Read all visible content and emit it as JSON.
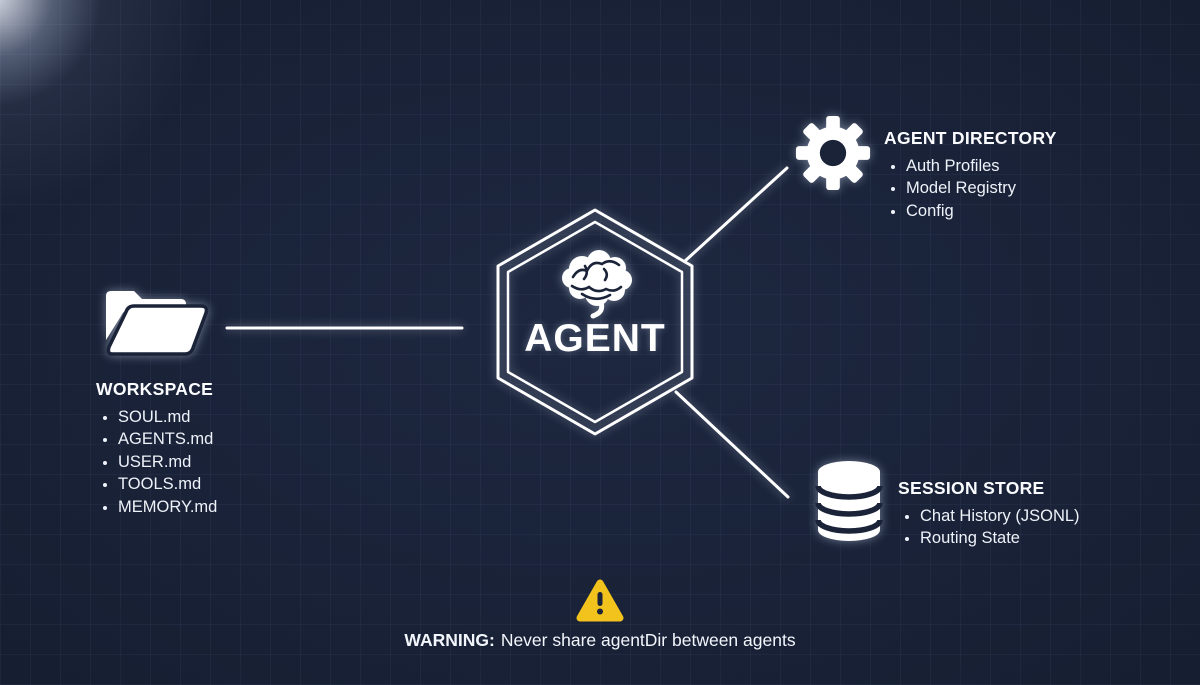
{
  "diagram": {
    "center": {
      "label": "AGENT",
      "icon": "brain-icon"
    },
    "nodes": {
      "workspace": {
        "title": "WORKSPACE",
        "icon": "folder-icon",
        "items": [
          "SOUL.md",
          "AGENTS.md",
          "USER.md",
          "TOOLS.md",
          "MEMORY.md"
        ]
      },
      "agent_directory": {
        "title": "AGENT DIRECTORY",
        "icon": "gear-icon",
        "items": [
          "Auth Profiles",
          "Model Registry",
          "Config"
        ]
      },
      "session_store": {
        "title": "SESSION STORE",
        "icon": "database-icon",
        "items": [
          "Chat History (JSONL)",
          "Routing State"
        ]
      }
    },
    "warning": {
      "label": "WARNING:",
      "message": "Never share agentDir between agents",
      "icon": "warning-triangle-icon"
    },
    "colors": {
      "background": "#1a2338",
      "foreground": "#ffffff",
      "warning_yellow": "#f2c21d"
    }
  }
}
